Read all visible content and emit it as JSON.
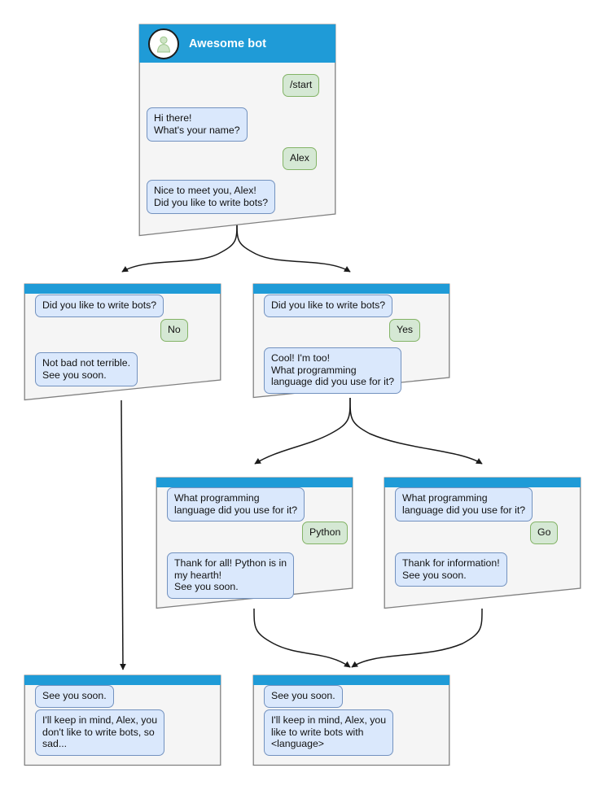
{
  "diagram": {
    "type": "bot-conversation-flow",
    "colors": {
      "header_blue": "#1f9bd7",
      "bot_bubble_fill": "#dae8fc",
      "bot_bubble_stroke": "#7392bf",
      "user_bubble_fill": "#d5e8d4",
      "user_bubble_stroke": "#83b366",
      "node_fill": "#f5f5f5",
      "node_stroke": "#808080",
      "edge_stroke": "#1a1a1a",
      "canvas": "#ffffff"
    },
    "avatar_icon": "person-icon"
  },
  "nodes": {
    "root": {
      "title": "Awesome bot",
      "messages": [
        {
          "role": "user",
          "text": "/start"
        },
        {
          "role": "bot",
          "text": "Hi there!\nWhat's your name?"
        },
        {
          "role": "user",
          "text": "Alex"
        },
        {
          "role": "bot",
          "text": "Nice to meet you, Alex!\nDid you like to write bots?"
        }
      ]
    },
    "no_branch": {
      "messages": [
        {
          "role": "bot",
          "text": "Did you like to write bots?"
        },
        {
          "role": "user",
          "text": "No"
        },
        {
          "role": "bot",
          "text": "Not bad not terrible.\nSee you soon."
        }
      ]
    },
    "yes_branch": {
      "messages": [
        {
          "role": "bot",
          "text": "Did you like to write bots?"
        },
        {
          "role": "user",
          "text": "Yes"
        },
        {
          "role": "bot",
          "text": "Cool! I'm too!\nWhat programming\nlanguage did you use for it?"
        }
      ]
    },
    "python_branch": {
      "messages": [
        {
          "role": "bot",
          "text": "What programming\nlanguage did you use for it?"
        },
        {
          "role": "user",
          "text": "Python"
        },
        {
          "role": "bot",
          "text": "Thank for all! Python is in\nmy hearth!\nSee you soon."
        }
      ]
    },
    "go_branch": {
      "messages": [
        {
          "role": "bot",
          "text": "What programming\nlanguage did you use for it?"
        },
        {
          "role": "user",
          "text": "Go"
        },
        {
          "role": "bot",
          "text": "Thank for information!\nSee you soon."
        }
      ]
    },
    "end_sad": {
      "messages": [
        {
          "role": "bot",
          "text": "See you soon."
        },
        {
          "role": "bot",
          "text": "I'll keep in mind, Alex, you\ndon't like to write bots, so\nsad..."
        }
      ]
    },
    "end_happy": {
      "messages": [
        {
          "role": "bot",
          "text": "See you soon."
        },
        {
          "role": "bot",
          "text": "I'll keep in mind, Alex, you\nlike to write bots with\n<language>"
        }
      ]
    }
  }
}
